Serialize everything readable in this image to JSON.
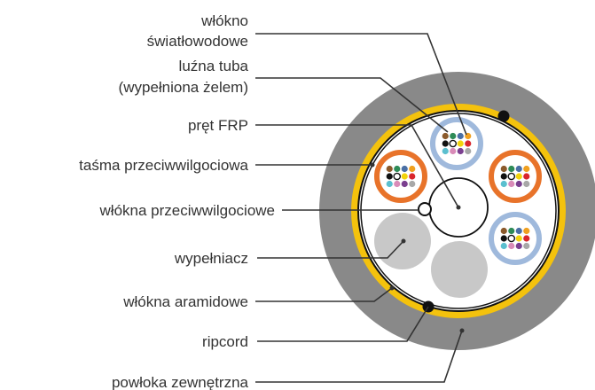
{
  "labels": {
    "fiber_line1": "włókno",
    "fiber_line2": "światłowodowe",
    "tube_line1": "luźna tuba",
    "tube_line2": "(wypełniona żelem)",
    "frp": "pręt FRP",
    "tape": "taśma przeciwwilgociowa",
    "water_yarn": "włókna przeciwwilgociowe",
    "filler": "wypełniacz",
    "aramid": "włókna aramidowe",
    "ripcord": "ripcord",
    "jacket": "powłoka zewnętrzna"
  },
  "colors": {
    "jacket": "#898989",
    "aramid": "#f4c20d",
    "core": "#ffffff",
    "outline": "#111111",
    "tube_blue": "#9fb9dc",
    "tube_orange": "#e8732a",
    "filler": "#c8c8c8",
    "leader": "#333333"
  },
  "fiber_colors": [
    "#8b5a2b",
    "#2e8b57",
    "#4a6fa5",
    "#f0a020",
    "#111111",
    "#ffffff",
    "#f2d40c",
    "#d9262c",
    "#5bbfcf",
    "#d98bb8",
    "#7a3f8f",
    "#a8a8a8"
  ],
  "icons": {
    "cable": "cable-cross-section-icon"
  }
}
